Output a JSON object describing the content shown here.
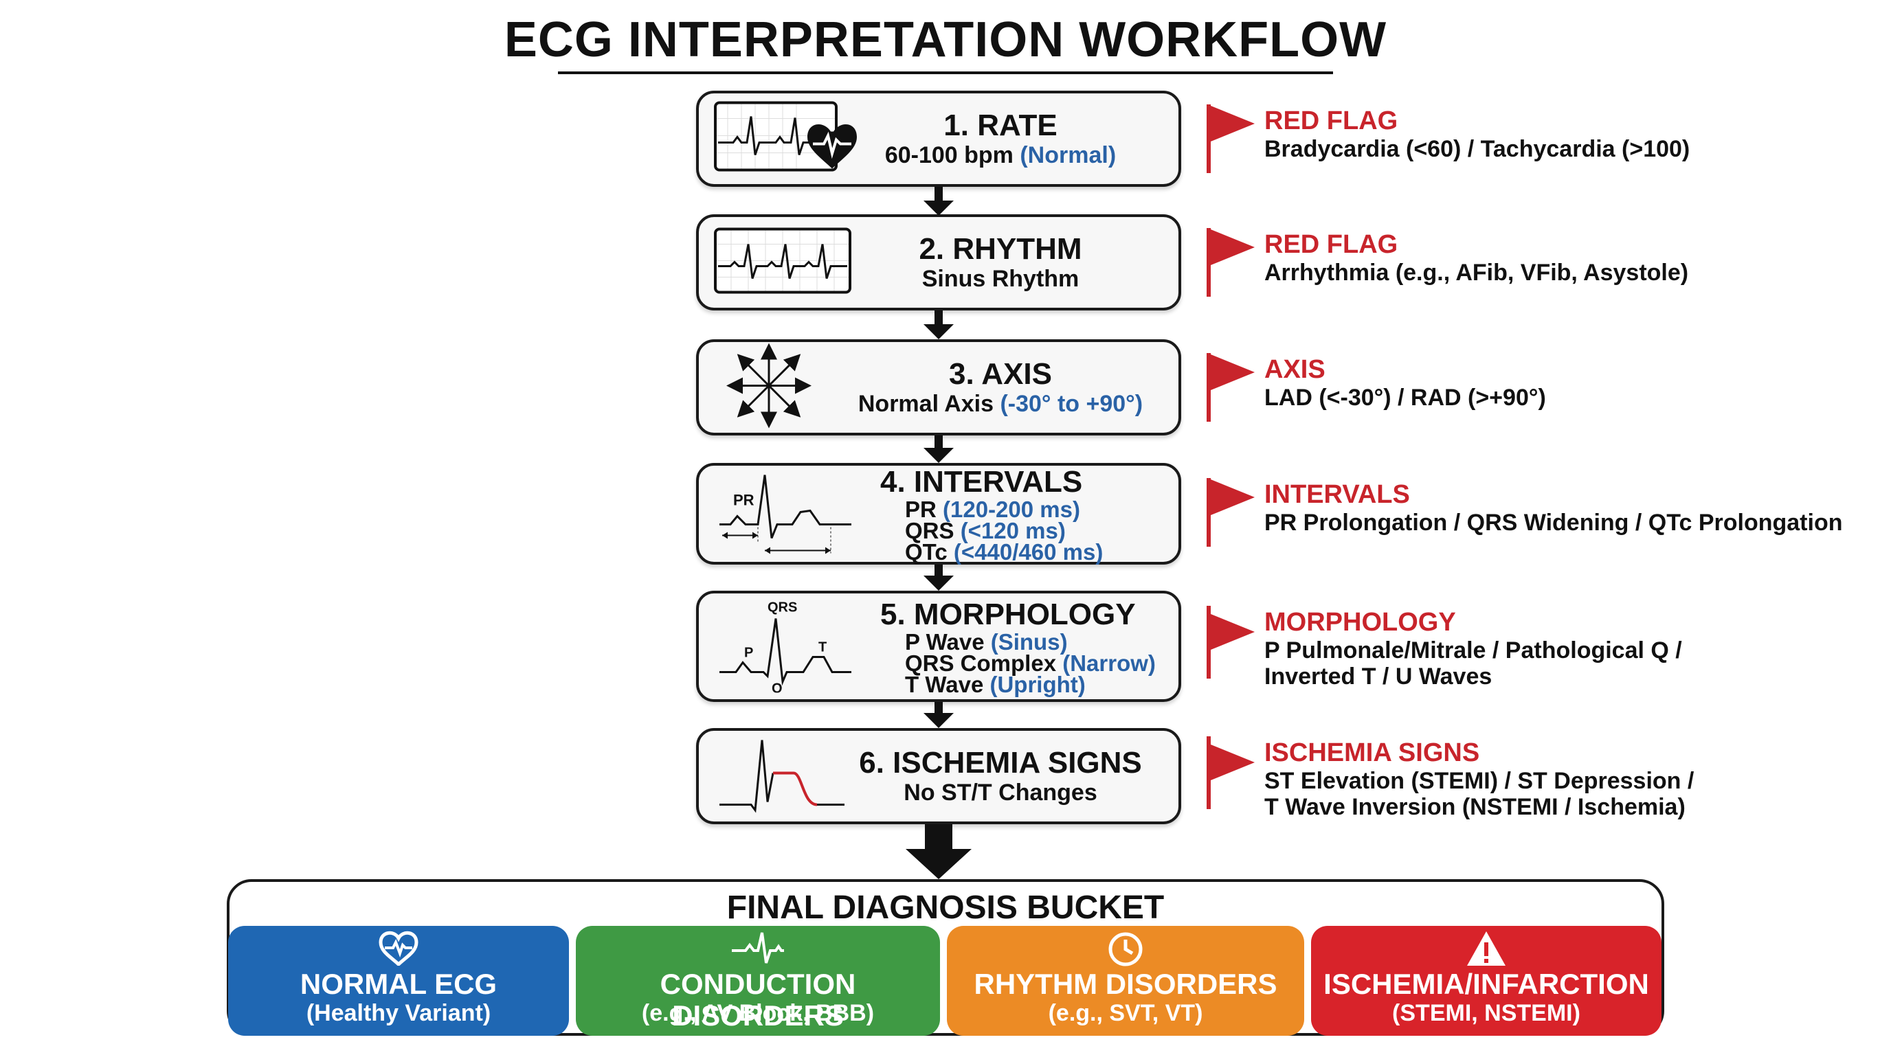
{
  "title": "ECG INTERPRETATION WORKFLOW",
  "steps": [
    {
      "title": "1. RATE",
      "line1": "60-100 bpm ",
      "line1_blue": "(Normal)"
    },
    {
      "title": "2. RHYTHM",
      "line1": "Sinus Rhythm"
    },
    {
      "title": "3. AXIS",
      "line1": "Normal Axis ",
      "line1_blue": "(-30° to +90°)"
    },
    {
      "title": "4. INTERVALS",
      "lines": [
        {
          "text": "PR ",
          "blue": "(120-200 ms)"
        },
        {
          "text": "QRS ",
          "blue": "(<120 ms)"
        },
        {
          "text": "QTc ",
          "blue": "(<440/460 ms)"
        }
      ],
      "icon_label": "PR"
    },
    {
      "title": "5. MORPHOLOGY",
      "lines": [
        {
          "text": "P Wave ",
          "blue": "(Sinus)"
        },
        {
          "text": "QRS Complex ",
          "blue": "(Narrow)"
        },
        {
          "text": "T Wave ",
          "blue": "(Upright)"
        }
      ],
      "icon_labels": {
        "qrs": "QRS",
        "p": "P",
        "t": "T",
        "q": "Q"
      }
    },
    {
      "title": "6. ISCHEMIA SIGNS",
      "line1": "No ST/T Changes"
    }
  ],
  "flags": [
    {
      "label": "RED FLAG",
      "desc": "Bradycardia (<60) / Tachycardia (>100)"
    },
    {
      "label": "RED FLAG",
      "desc": "Arrhythmia (e.g., AFib, VFib, Asystole)"
    },
    {
      "label": "AXIS",
      "desc": "LAD (<-30°) / RAD (>+90°)"
    },
    {
      "label": "INTERVALS",
      "desc": "PR Prolongation / QRS Widening / QTc Prolongation"
    },
    {
      "label": "MORPHOLOGY",
      "desc_lines": [
        "P Pulmonale/Mitrale / Pathological Q /",
        "Inverted T / U Waves"
      ]
    },
    {
      "label": "ISCHEMIA SIGNS",
      "desc_lines": [
        "ST Elevation (STEMI) / ST Depression /",
        "T Wave Inversion (NSTEMI / Ischemia)"
      ]
    }
  ],
  "bucket": {
    "title": "FINAL DIAGNOSIS BUCKET",
    "categories": [
      {
        "name": "NORMAL ECG",
        "sub": "(Healthy Variant)",
        "color": "#1f67b3",
        "icon": "heart-pulse-icon"
      },
      {
        "name": "CONDUCTION DISORDERS",
        "sub": "(e.g., AV Block, BBB)",
        "color": "#3f9a44",
        "icon": "ecg-wave-icon"
      },
      {
        "name": "RHYTHM DISORDERS",
        "sub": "(e.g., SVT, VT)",
        "color": "#ec8b25",
        "icon": "clock-icon"
      },
      {
        "name": "ISCHEMIA/INFARCTION",
        "sub": "(STEMI, NSTEMI)",
        "color": "#d8232a",
        "icon": "warning-icon"
      }
    ]
  },
  "colors": {
    "flag_red": "#c8242b",
    "value_blue": "#2a62a6",
    "ischemia_st": "#c8242b"
  }
}
